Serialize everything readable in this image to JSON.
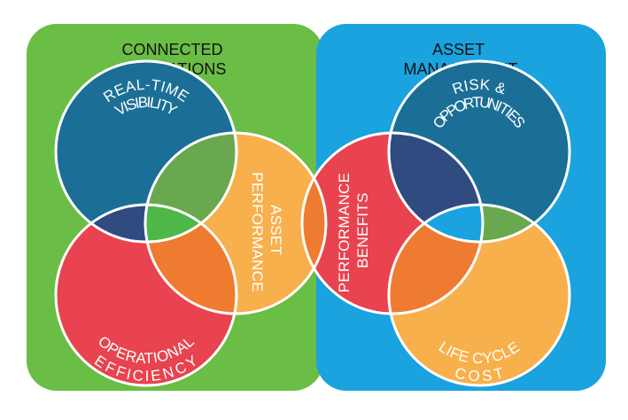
{
  "panels": {
    "left": {
      "title_line1": "CONNECTED",
      "title_line2": "OPERATIONS",
      "color": "#6abd45"
    },
    "right": {
      "title_line1": "ASSET",
      "title_line2": "MANAGEMENT",
      "color": "#1aa3de"
    }
  },
  "circles": {
    "real_time": {
      "line1": "REAL-TIME",
      "line2": "VISIBILITY",
      "color": "#1b6f96"
    },
    "operational": {
      "line1": "OPERATIONAL",
      "line2": "EFFICIENCY",
      "color": "#e8434f"
    },
    "asset_perf": {
      "line1": "ASSET",
      "line2": "PERFORMANCE",
      "color": "#f7b04c"
    },
    "perf_benefits": {
      "line1": "PERFORMANCE",
      "line2": "BENEFITS",
      "color": "#e8434f"
    },
    "risk": {
      "line1": "RISK &",
      "line2": "OPPORTUNITIES",
      "color": "#1b6f96"
    },
    "life_cycle": {
      "line1": "LIFE CYCLE",
      "line2": "COST",
      "color": "#f7b04c"
    }
  },
  "overlap_colors": {
    "navy": "#2f4b80",
    "olive": "#6aa84f",
    "green": "#4db848",
    "orange": "#ef7b30",
    "center": "#1aa3de",
    "bridge": "#ef7b30"
  }
}
